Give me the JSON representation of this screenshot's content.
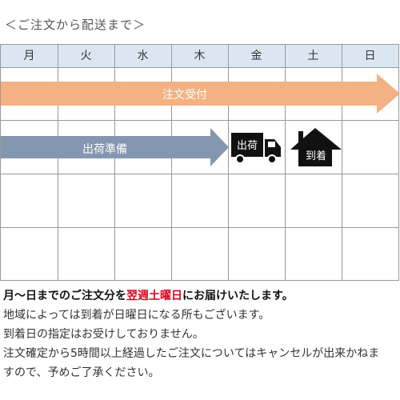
{
  "title": "＜ご注文から配送まで＞",
  "days": [
    "月",
    "火",
    "水",
    "木",
    "金",
    "土",
    "日"
  ],
  "bars": {
    "order": {
      "label": "注文受付",
      "color": "#f4b183"
    },
    "shipping": {
      "label": "出荷準備",
      "color": "#8497b0"
    }
  },
  "icons": {
    "truck_label": "出荷",
    "house_label": "到着"
  },
  "notes": {
    "line1_part1": "月～日までのご注文分を",
    "line1_highlight": "翌週土曜日",
    "line1_part2": "にお届けいたします。",
    "line2": "地域によっては到着が日曜日になる所もございます。",
    "line3": "到着日の指定はお受けしておりません。",
    "line4": "注文確定から5時間以上経過したご注文についてはキャンセルが出来かねま",
    "line5": "すので、予めご了承ください。"
  }
}
